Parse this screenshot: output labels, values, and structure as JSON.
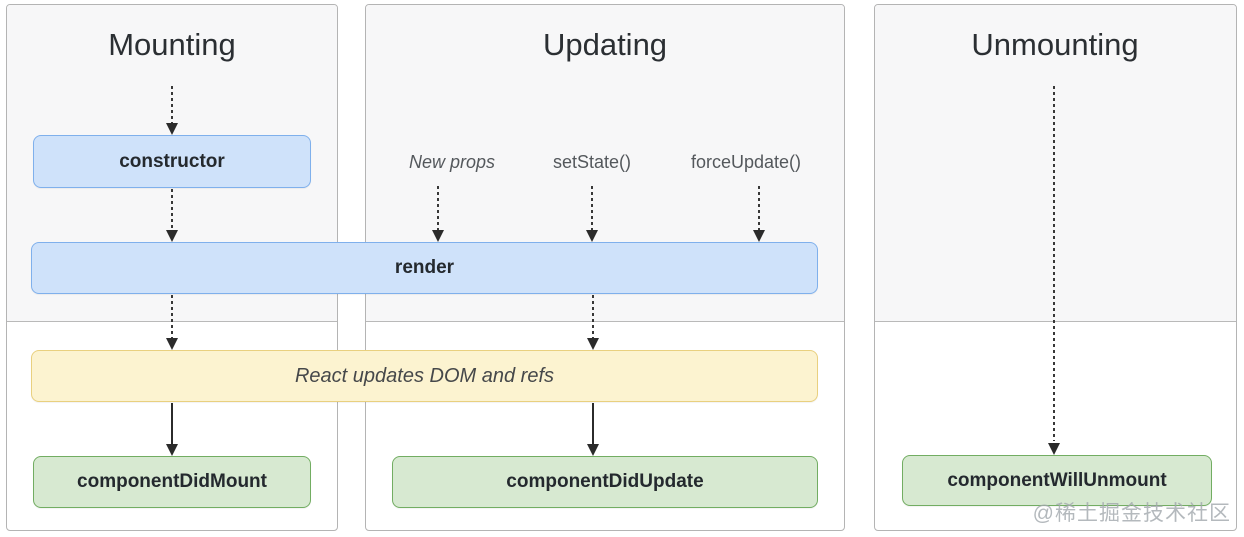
{
  "diagram": {
    "columns": [
      {
        "title": "Mounting"
      },
      {
        "title": "Updating",
        "triggers": [
          "New props",
          "setState()",
          "forceUpdate()"
        ]
      },
      {
        "title": "Unmounting"
      }
    ],
    "boxes": {
      "constructor": "constructor",
      "render": "render",
      "react_updates_dom": "React updates DOM and refs",
      "component_did_mount": "componentDidMount",
      "component_did_update": "componentDidUpdate",
      "component_will_unmount": "componentWillUnmount"
    },
    "watermark": "@稀土掘金技术社区",
    "colors": {
      "method_box_fill_blue": "#cfe2fa",
      "method_box_border_blue": "#7fb0ec",
      "dom_box_fill_yellow": "#fcf3d0",
      "dom_box_border_yellow": "#e9d07f",
      "commit_box_fill_green": "#d7e9d1",
      "commit_box_border_green": "#72ad62",
      "phase_top_background": "#f7f7f8",
      "card_border": "#b4b4b4",
      "arrow": "#2b2b2b"
    }
  }
}
